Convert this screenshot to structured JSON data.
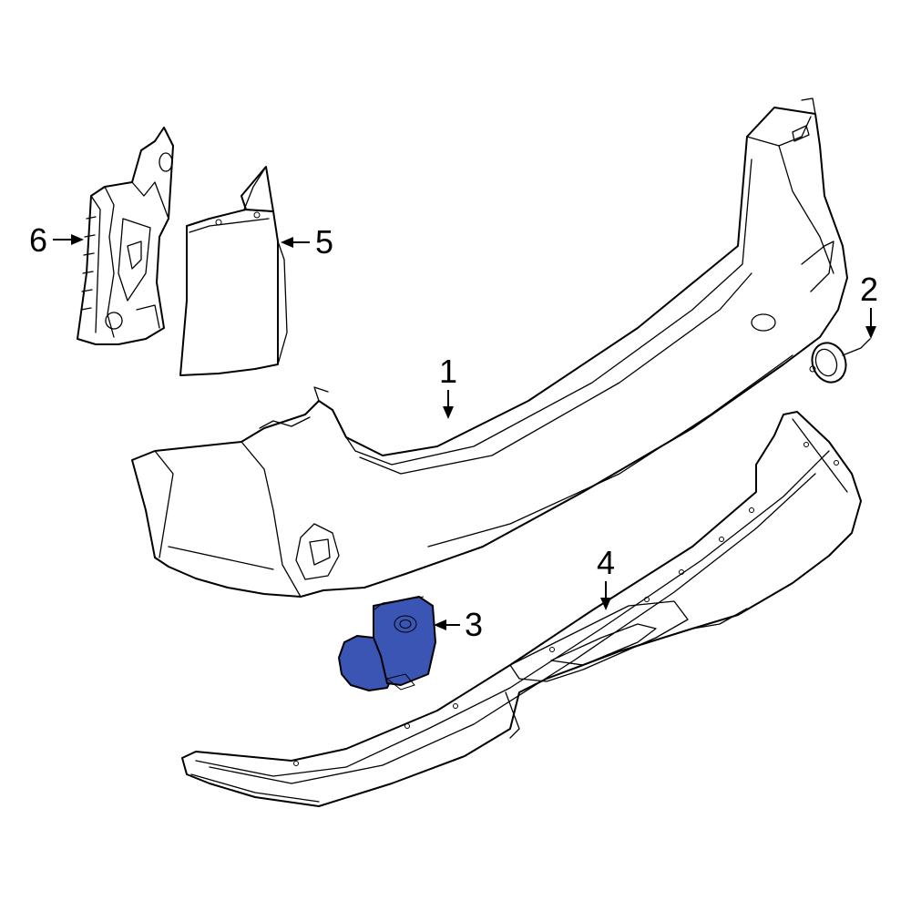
{
  "highlight_color": "#3a55b4",
  "outline_color": "#000000",
  "callouts": [
    {
      "id": "1",
      "label": "1",
      "part": "rear-bumper-cover"
    },
    {
      "id": "2",
      "label": "2",
      "part": "tow-eye-cap"
    },
    {
      "id": "3",
      "label": "3",
      "part": "tow-hook-cover"
    },
    {
      "id": "4",
      "label": "4",
      "part": "lower-valance"
    },
    {
      "id": "5",
      "label": "5",
      "part": "bumper-bracket-cover"
    },
    {
      "id": "6",
      "label": "6",
      "part": "side-support-bracket"
    }
  ]
}
